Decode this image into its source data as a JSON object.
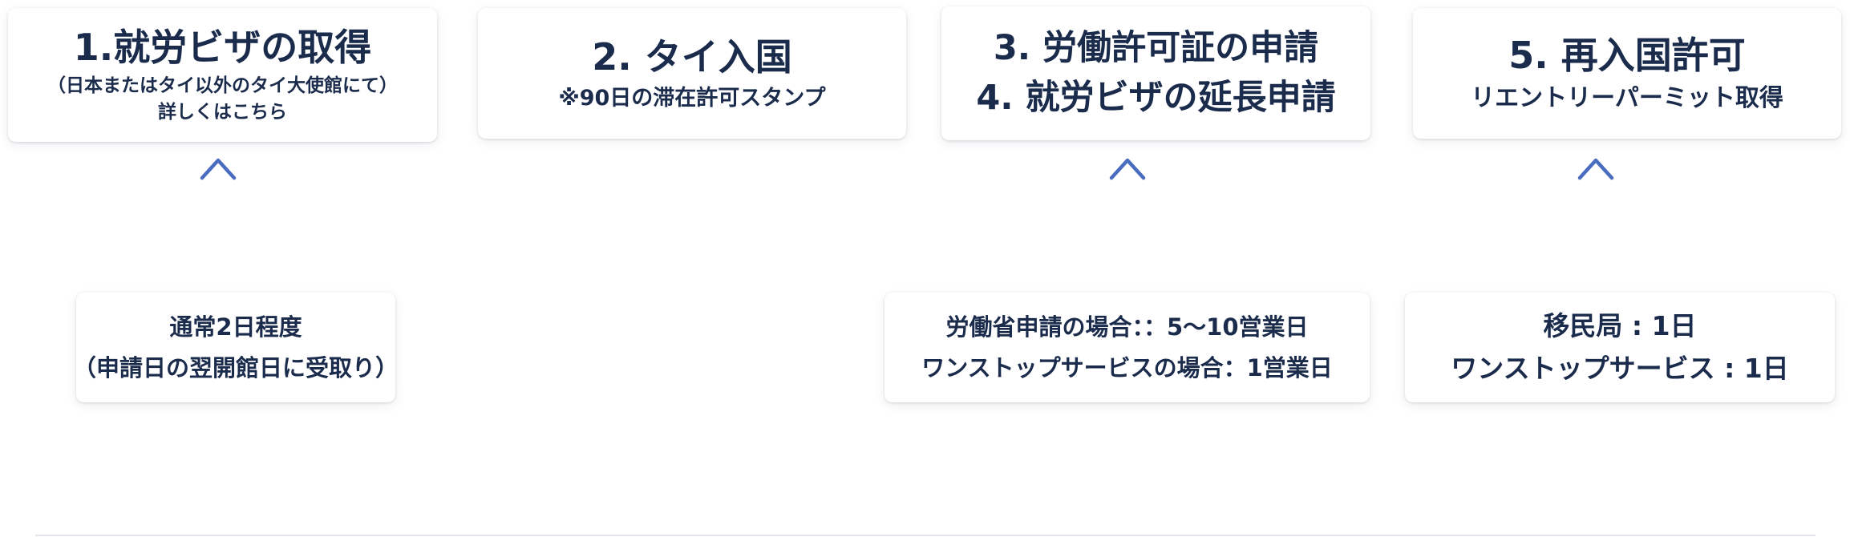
{
  "colors": {
    "text": "#1a2b4c",
    "arrow": "#4a6cc0",
    "card_bg": "#ffffff",
    "divider": "#e2e6ec"
  },
  "steps": [
    {
      "title": "1.就労ビザの取得",
      "sub1": "（日本またはタイ以外のタイ大使館にて）",
      "sub2": "詳しくはこちら"
    },
    {
      "title": "2. タイ入国",
      "sub1": "※90日の滞在許可スタンプ"
    },
    {
      "title_line1": "3. 労働許可証の申請",
      "title_line2": "4. 就労ビザの延長申請"
    },
    {
      "title": "5. 再入国許可",
      "sub1": "リエントリーパーミット取得"
    }
  ],
  "details": [
    {
      "line1": "通常2日程度",
      "line2": "（申請日の翌開館日に受取り）"
    },
    {
      "line1": "労働省申請の場合：：5〜10営業日",
      "line2": "ワンストップサービスの場合：1営業日"
    },
    {
      "line1": "移民局 : 1日",
      "line2": "ワンストップサービス : 1日"
    }
  ],
  "arrow_icon": "arrow-up-icon"
}
